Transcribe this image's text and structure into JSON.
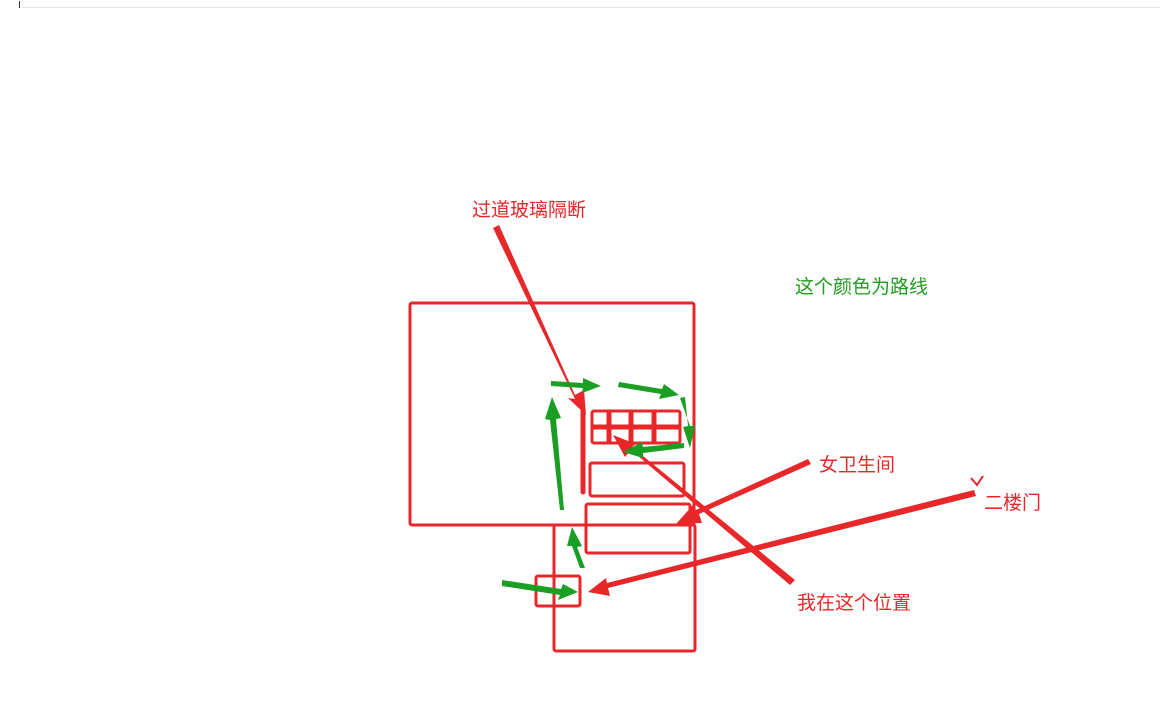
{
  "labels": {
    "corridor_glass_partition": "过道玻璃隔断",
    "route_color_legend": "这个颜色为路线",
    "womens_restroom": "女卫生间",
    "second_floor_door": "二楼门",
    "my_location": "我在这个位置"
  },
  "colors": {
    "outline_red": "#e8272a",
    "route_green": "#1a9e23",
    "background": "#ffffff"
  }
}
